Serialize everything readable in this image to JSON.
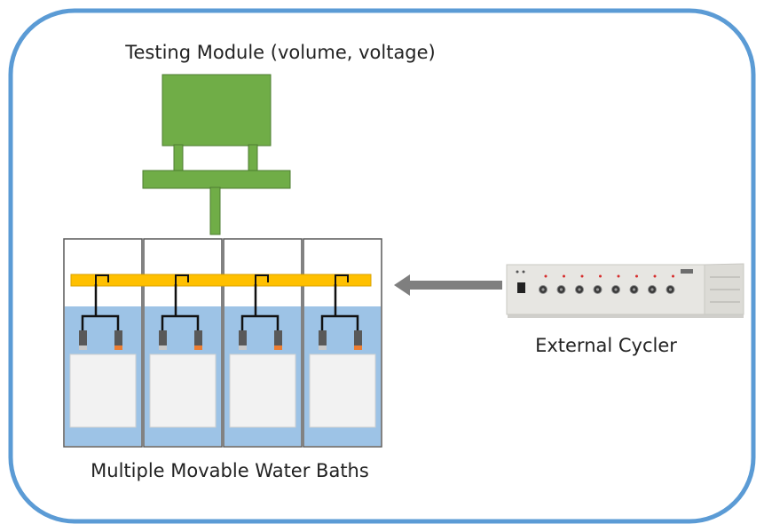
{
  "labels": {
    "testing_module": "Testing Module (volume, voltage)",
    "external_cycler": "External Cycler",
    "water_baths": "Multiple Movable Water Baths"
  },
  "water_baths": {
    "count": 4
  },
  "cycler": {
    "channel_count": 8
  },
  "colors": {
    "frame_border": "#5b9bd5",
    "module_green": "#70ad47",
    "module_green_border": "#4e7d32",
    "water_blue": "#9dc3e6",
    "bath_border": "#595959",
    "rail_orange": "#ffc000",
    "cell_white": "#f2f2f2",
    "clamp_gray": "#595959",
    "clamp_orange": "#ed7d31",
    "arrow_gray": "#7f7f7f",
    "cycler_panel": "#e7e6e2"
  }
}
